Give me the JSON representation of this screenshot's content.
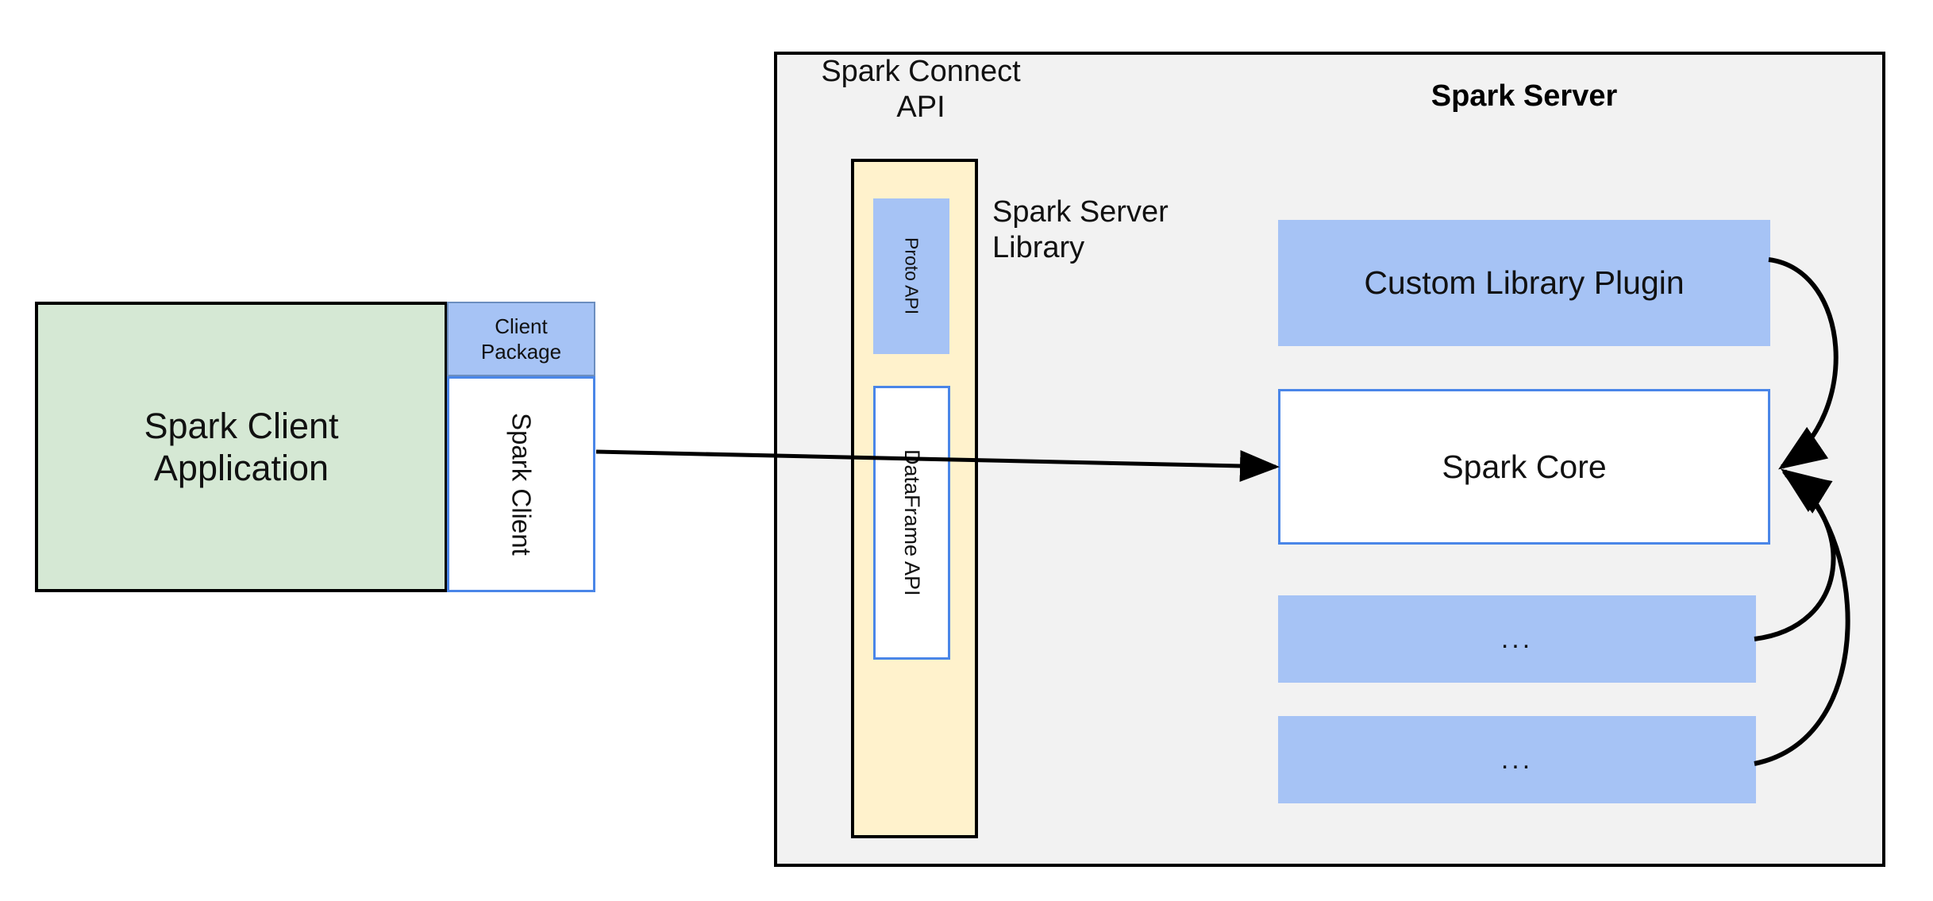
{
  "diagram": {
    "title": "Spark Connect architecture",
    "colors": {
      "green_fill": "#d5e8d4",
      "blue_fill": "#a6c3f5",
      "yellow_fill": "#fff2cc",
      "panel_fill": "#f2f2f2",
      "blue_stroke": "#4a86e8",
      "black_stroke": "#000000",
      "white_fill": "#ffffff"
    }
  },
  "client": {
    "application_label": "Spark Client\nApplication",
    "application_line1": "Spark Client",
    "application_line2": "Application",
    "package_label": "Client\nPackage",
    "package_line1": "Client",
    "package_line2": "Package",
    "spark_client_label": "Spark Client"
  },
  "server": {
    "panel_title": "Spark Server",
    "connect_api_title_line1": "Spark Connect",
    "connect_api_title_line2": "API",
    "connect_api_title": "Spark Connect API",
    "server_library_title_line1": "Spark Server",
    "server_library_title_line2": "Library",
    "server_library_title": "Spark Server Library",
    "proto_api_label": "Proto API",
    "dataframe_api_label": "DataFrame API",
    "components": [
      {
        "label": "Custom Library Plugin",
        "style": "blue"
      },
      {
        "label": "Spark Core",
        "style": "white-blue-border"
      },
      {
        "label": "...",
        "style": "blue"
      },
      {
        "label": "...",
        "style": "blue"
      }
    ],
    "custom_library_plugin_label": "Custom Library Plugin",
    "spark_core_label": "Spark Core",
    "ellipsis_label_1": "...",
    "ellipsis_label_2": "..."
  },
  "connections": [
    {
      "from": "Spark Client",
      "to": "Spark Core",
      "kind": "straight-arrow"
    },
    {
      "from": "Custom Library Plugin",
      "to": "Spark Core",
      "kind": "curved-arrow"
    },
    {
      "from": "...",
      "to": "Spark Core",
      "kind": "curved-arrow"
    },
    {
      "from": "...",
      "to": "Spark Core",
      "kind": "curved-arrow"
    }
  ]
}
